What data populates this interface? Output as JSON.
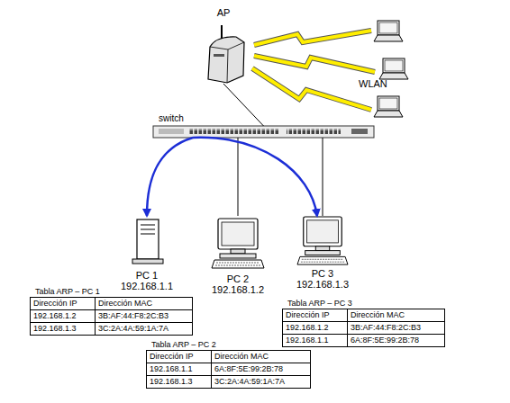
{
  "diagram": {
    "nodes": [
      {
        "text": [
          "AP"
        ]
      },
      {
        "text": [
          "switch"
        ]
      },
      {
        "text": [
          "PC 1",
          "192.168.1.1"
        ]
      },
      {
        "text": [
          "PC 2",
          "192.168.1.2"
        ]
      },
      {
        "text": [
          "PC 3",
          "192.168.1.3"
        ]
      },
      {
        "text": [
          "Tabla ARP – PC 1",
          "Dirección IP",
          "Dirección MAC",
          "192.168.1.2",
          "3B:AF:44:F8:2C:B3",
          "192.168.1.3",
          "3C:2A:4A:59:1A:7A"
        ]
      },
      {
        "text": [
          "Tabla ARP – PC 3",
          "Dirección IP",
          "Dirección MAC",
          "192.168.1.2",
          "3B:AF:44:F8:2C:B3",
          "192.168.1.1",
          "6A:8F:5E:99:2B:78"
        ]
      },
      {
        "text": [
          "Tabla ARP – PC 2",
          "Dirección IP",
          "Dirección MAC",
          "192.168.1.1",
          "6A:8F:5E:99:2B:78",
          "192.168.1.3",
          "3C:2A:4A:59:1A:7A"
        ]
      }
    ],
    "edges": [
      {
        "from": 0,
        "to": 1,
        "arrow": "none"
      },
      {
        "from": 1,
        "to": 3,
        "arrow": "none"
      },
      {
        "from": 1,
        "to": 4,
        "arrow": "none"
      },
      {
        "from": 1,
        "to": 2,
        "arrow": "to"
      },
      {
        "from": 1,
        "to": 4,
        "arrow": "to"
      }
    ],
    "labels": [
      "WLAN"
    ]
  }
}
